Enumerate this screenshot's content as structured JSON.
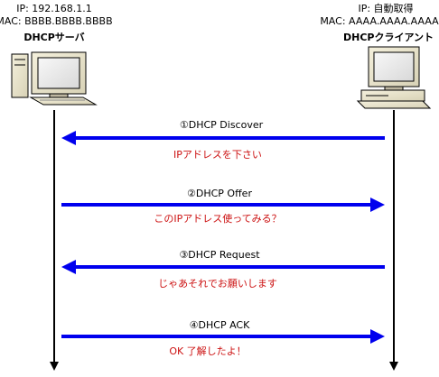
{
  "server": {
    "ip": "IP: 192.168.1.1",
    "mac": "MAC: BBBB.BBBB.BBBB",
    "name": "DHCPサーバ"
  },
  "client": {
    "ip": "IP: 自動取得",
    "mac": "MAC: AAAA.AAAA.AAAA",
    "name": "DHCPクライアント"
  },
  "messages": [
    {
      "label": "①DHCP Discover",
      "note": "IPアドレスを下さい",
      "direction": "client-to-server"
    },
    {
      "label": "②DHCP Offer",
      "note": "このIPアドレス使ってみる？",
      "direction": "server-to-client"
    },
    {
      "label": "③DHCP Request",
      "note": "じゃあそれでお願いします",
      "direction": "client-to-server"
    },
    {
      "label": "④DHCP ACK",
      "note": "OK 了解したよ！",
      "direction": "server-to-client"
    }
  ],
  "colors": {
    "arrow": "#0000ee",
    "note": "#cc1111",
    "lifeline": "#000000"
  }
}
